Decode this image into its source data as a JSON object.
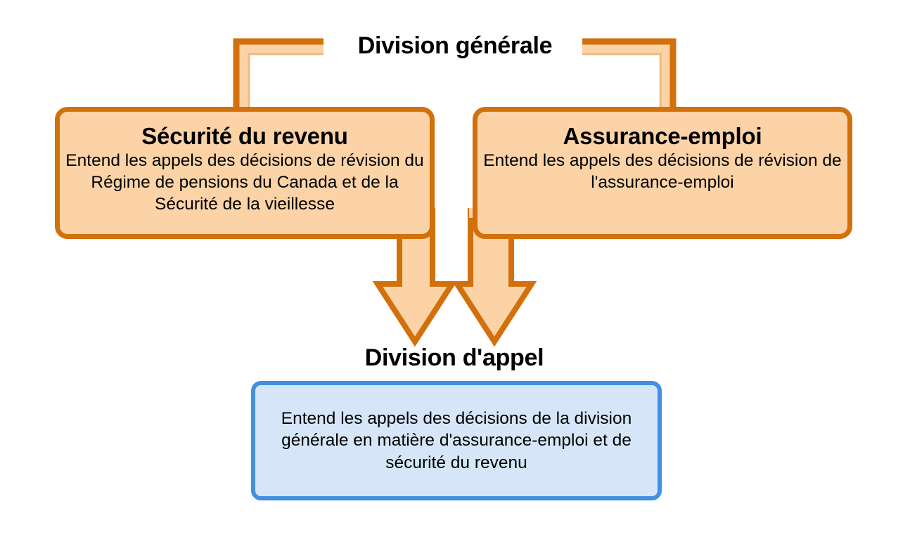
{
  "diagram": {
    "title_top": "Division générale",
    "title_bottom": "Division d'appel",
    "colors": {
      "orange_fill": "#FBD3A7",
      "orange_stroke": "#D2700C",
      "blue_fill": "#D6E6F8",
      "blue_stroke": "#4190E0",
      "text": "#000000",
      "background": "#FFFFFF"
    },
    "branches": [
      {
        "id": "securite-du-revenu",
        "title": "Sécurité du revenu",
        "body": "Entend les appels des décisions de révision du Régime de pensions du Canada et de la Sécurité de la vieillesse"
      },
      {
        "id": "assurance-emploi",
        "title": "Assurance-emploi",
        "body": "Entend les appels des décisions de révision de l'assurance-emploi"
      }
    ],
    "appeal": {
      "id": "division-appel",
      "title": "Division d'appel",
      "body": "Entend les appels des décisions de la division générale en matière d'assurance-emploi et de sécurité du revenu"
    }
  }
}
